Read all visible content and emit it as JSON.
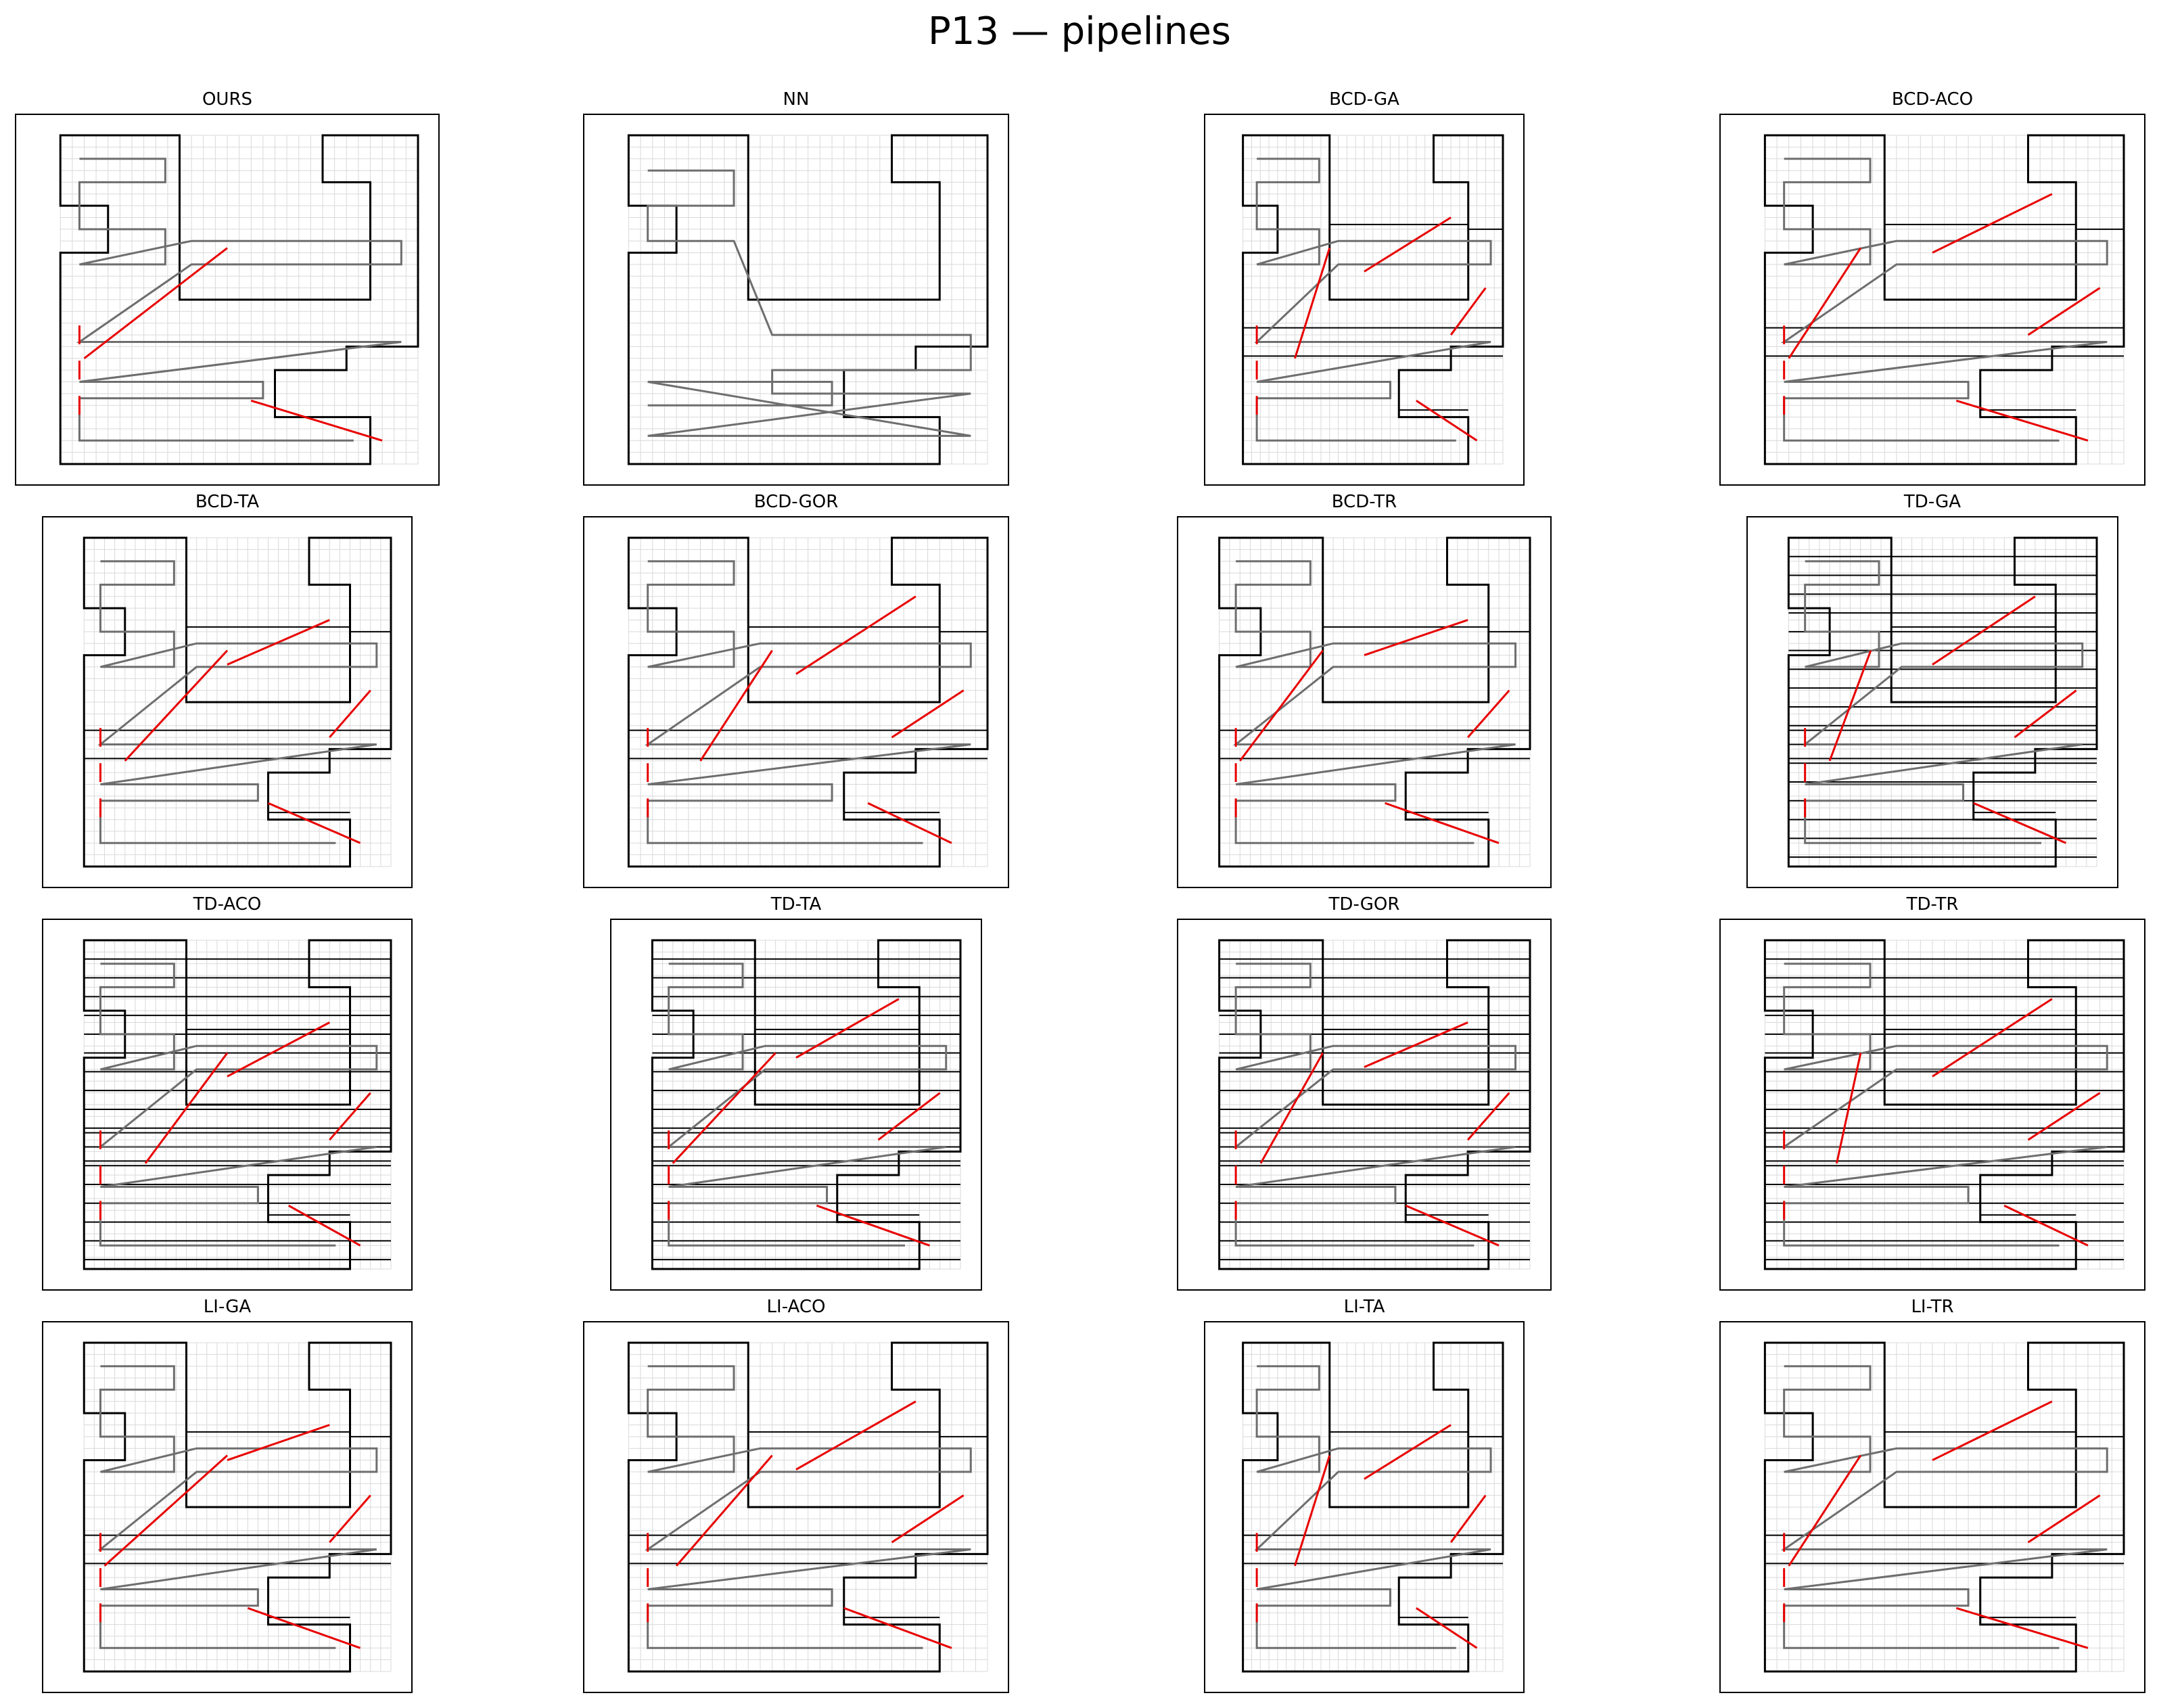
{
  "title": "P13 — pipelines",
  "colors": {
    "boundary": "#000000",
    "coverage_path": "#6e6e6e",
    "transition": "#e80000",
    "grid": "#d9d9d9"
  },
  "panels": [
    {
      "label": "OURS",
      "variant": "ours"
    },
    {
      "label": "NN",
      "variant": "nn"
    },
    {
      "label": "BCD-GA",
      "variant": "bcd-small"
    },
    {
      "label": "BCD-ACO",
      "variant": "bcd"
    },
    {
      "label": "BCD-TA",
      "variant": "bcd-small"
    },
    {
      "label": "BCD-GOR",
      "variant": "bcd"
    },
    {
      "label": "BCD-TR",
      "variant": "bcd"
    },
    {
      "label": "TD-GA",
      "variant": "td-small"
    },
    {
      "label": "TD-ACO",
      "variant": "td-small"
    },
    {
      "label": "TD-TA",
      "variant": "td-small"
    },
    {
      "label": "TD-GOR",
      "variant": "td"
    },
    {
      "label": "TD-TR",
      "variant": "td"
    },
    {
      "label": "LI-GA",
      "variant": "li-small"
    },
    {
      "label": "LI-ACO",
      "variant": "li"
    },
    {
      "label": "LI-TA",
      "variant": "li-small"
    },
    {
      "label": "LI-TR",
      "variant": "li"
    }
  ]
}
